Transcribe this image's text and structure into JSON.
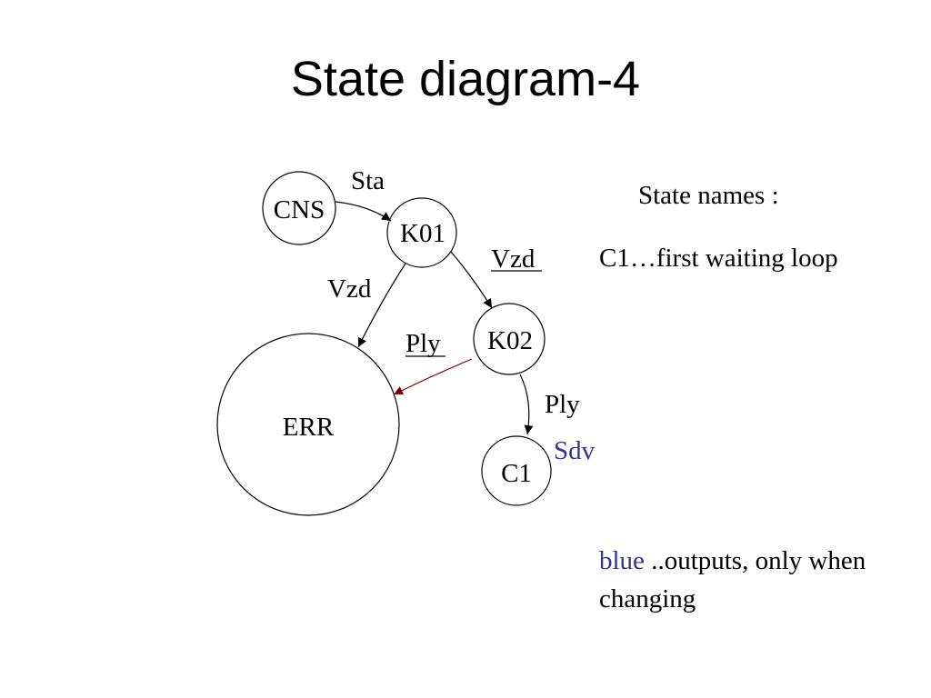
{
  "title": "State diagram-4",
  "colors": {
    "output_blue": "#333399",
    "err_arrow": "#800000"
  },
  "states": {
    "cns": "CNS",
    "k01": "K01",
    "k02": "K02",
    "err": "ERR",
    "c1": "C1"
  },
  "transitions": {
    "cns_k01": "Sta",
    "k01_err": "Vzd",
    "k01_k02": "Vzd",
    "k02_err": "Ply",
    "k02_c1": "Ply",
    "c1_output": "Sdv"
  },
  "legend": {
    "heading": "State names :",
    "c1_desc": "C1…first waiting loop",
    "note_blue": "blue",
    "note_rest": " ..outputs, only when",
    "note_line2": "changing"
  }
}
